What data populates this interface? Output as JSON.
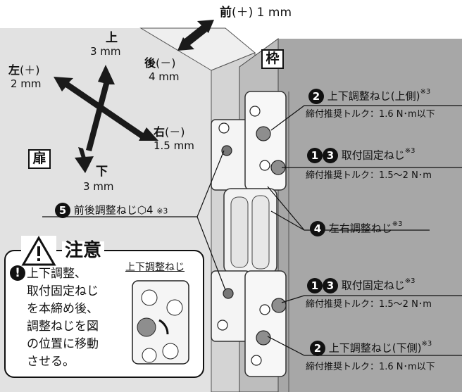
{
  "directions": {
    "front": {
      "label": "前",
      "value": "(＋) 1 mm"
    },
    "up": {
      "label": "上",
      "value": "3 mm"
    },
    "back": {
      "label": "後",
      "sign": "(－)",
      "value": "4 mm"
    },
    "left": {
      "label": "左",
      "sign": "(＋)",
      "value": "2 mm"
    },
    "right": {
      "label": "右",
      "sign": "(－)",
      "value": "1.5 mm"
    },
    "down": {
      "label": "下",
      "value": "3 mm"
    }
  },
  "labels": {
    "door": "扉",
    "frame": "枠"
  },
  "callouts": {
    "upper_adjust": {
      "num": "2",
      "title": "上下調整ねじ(上側)",
      "note": "※3",
      "torque": "締付推奨トルク：1.6 N･m以下"
    },
    "fix_upper": {
      "nums": [
        "1",
        "3"
      ],
      "title": "取付固定ねじ",
      "note": "※3",
      "torque": "締付推奨トルク：1.5〜2 N･m"
    },
    "front_back": {
      "num": "5",
      "title": "前後調整ねじ",
      "hex": "⬡4",
      "note": "※3"
    },
    "left_right": {
      "num": "4",
      "title": "左右調整ねじ",
      "note": "※3"
    },
    "fix_lower": {
      "nums": [
        "1",
        "3"
      ],
      "title": "取付固定ねじ",
      "note": "※3",
      "torque": "締付推奨トルク：1.5〜2 N･m"
    },
    "lower_adjust": {
      "num": "2",
      "title": "上下調整ねじ(下側)",
      "note": "※3",
      "torque": "締付推奨トルク：1.6 N･m以下"
    }
  },
  "caution": {
    "title": "注意",
    "lines": [
      "上下調整、",
      "取付固定ねじ",
      "を本締め後、",
      "調整ねじを図",
      "の位置に移動",
      "させる。"
    ],
    "inset_label": "上下調整ねじ",
    "warn_mark": "!"
  },
  "colors": {
    "door": "#e2e2e2",
    "frame": "#a7a7a7",
    "arrow": "#1a1a1a"
  }
}
